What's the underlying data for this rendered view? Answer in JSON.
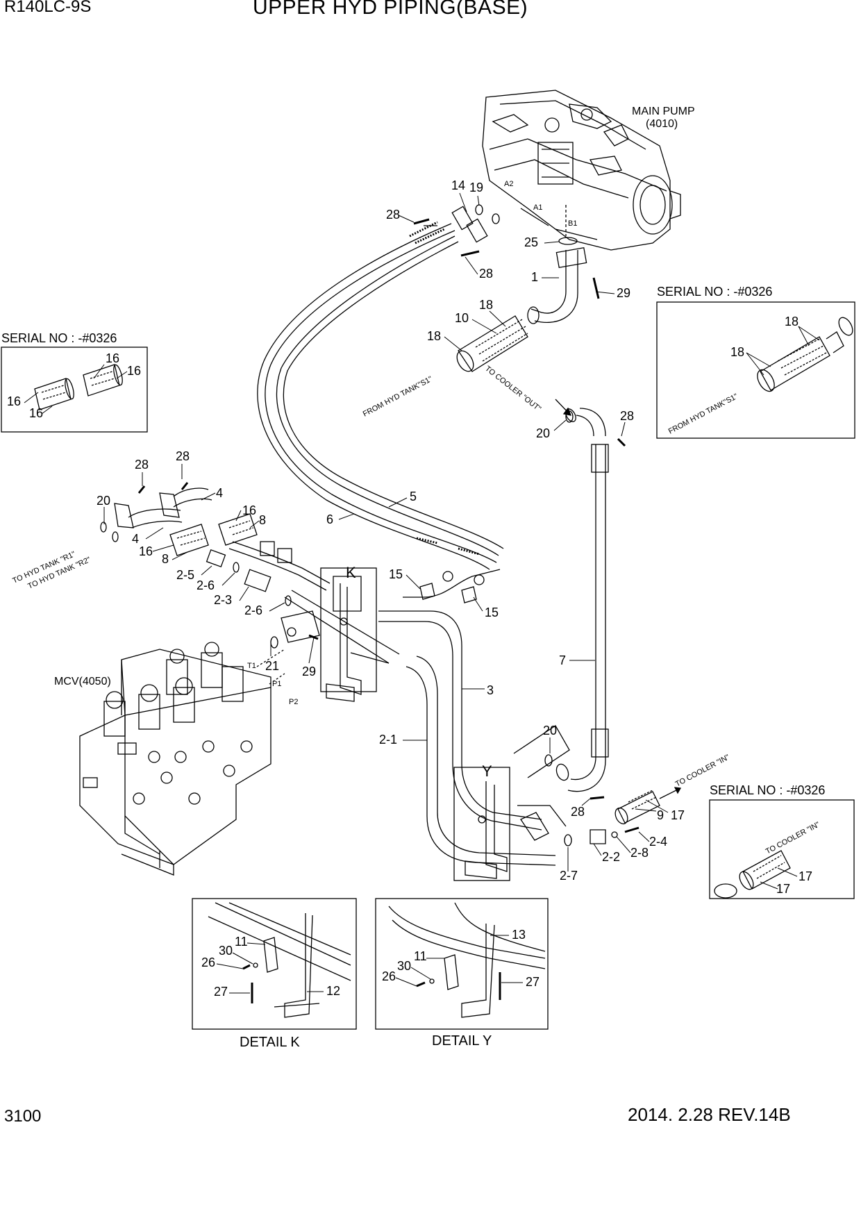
{
  "header": {
    "model": "R140LC-9S",
    "title": "UPPER HYD PIPING(BASE)"
  },
  "footer": {
    "page_number": "3100",
    "revision": "2014. 2.28  REV.14B"
  },
  "components": {
    "main_pump": "MAIN PUMP",
    "main_pump_code": "(4010)",
    "mcv": "MCV(4050)"
  },
  "port_labels": {
    "a2": "A2",
    "a1": "A1",
    "b1": "B1",
    "t1": "T1",
    "p1": "P1",
    "p2": "P2"
  },
  "flow_labels": {
    "from_hyd_tank_s1": "FROM HYD TANK\"S1\"",
    "to_cooler_out": "TO COOLER \"OUT\"",
    "to_cooler_in": "TO COOLER \"IN\"",
    "to_hyd_tank_r1": "TO HYD TANK \"R1\"",
    "to_hyd_tank_r2": "TO HYD TANK \"R2\""
  },
  "serial_boxes": {
    "label": "SERIAL NO : -#0326"
  },
  "details": {
    "detail_k": "DETAIL K",
    "detail_y": "DETAIL Y",
    "marker_k": "K",
    "marker_y": "Y"
  },
  "part_numbers": {
    "p1": "1",
    "p2_1": "2-1",
    "p2_2": "2-2",
    "p2_3": "2-3",
    "p2_4": "2-4",
    "p2_5": "2-5",
    "p2_6": "2-6",
    "p2_7": "2-7",
    "p2_8": "2-8",
    "p3": "3",
    "p4": "4",
    "p5": "5",
    "p6": "6",
    "p7": "7",
    "p8": "8",
    "p9": "9",
    "p10": "10",
    "p11": "11",
    "p12": "12",
    "p13": "13",
    "p14": "14",
    "p15": "15",
    "p16": "16",
    "p17": "17",
    "p18": "18",
    "p19": "19",
    "p20": "20",
    "p21": "21",
    "p25": "25",
    "p26": "26",
    "p27": "27",
    "p28": "28",
    "p29": "29",
    "p30": "30"
  }
}
